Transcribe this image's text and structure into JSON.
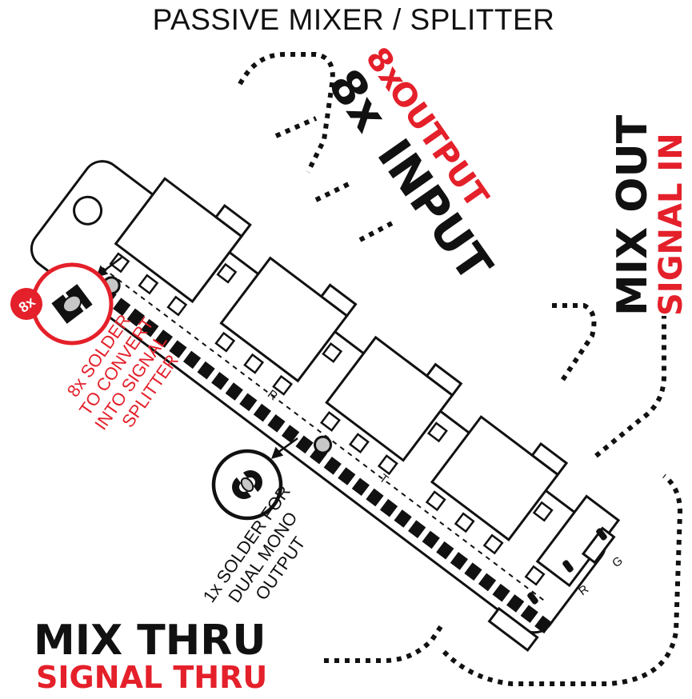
{
  "title": "PASSIVE MIXER / SPLITTER",
  "colors": {
    "black": "#111111",
    "red": "#e4202a",
    "grey": "#c7c7c7",
    "white": "#ffffff"
  },
  "labels": {
    "out_count": "8x",
    "in_count": "8x",
    "output": "OUTPUT",
    "input": "INPUT",
    "mix_out": "MIX OUT",
    "signal_in": "SIGNAL IN",
    "mix_thru": "MIX THRU",
    "signal_thru": "SIGNAL THRU",
    "badge": "8x",
    "splitter_note": [
      "8x SOLDER",
      "TO CONVERT",
      "INTO SIGNAL",
      "SPLITTER"
    ],
    "mono_note": [
      "1x SOLDER FOR",
      "DUAL MONO",
      "OUTPUT"
    ],
    "pin_r": "R",
    "pin_t": "T",
    "pin_g": "G",
    "board_r": "R",
    "board_t": "T"
  },
  "icons": [
    "open-solder-jumper-icon",
    "bridged-solder-jumper-icon",
    "solder-pad-icon",
    "mounting-hole-icon",
    "jack-socket-icon"
  ]
}
